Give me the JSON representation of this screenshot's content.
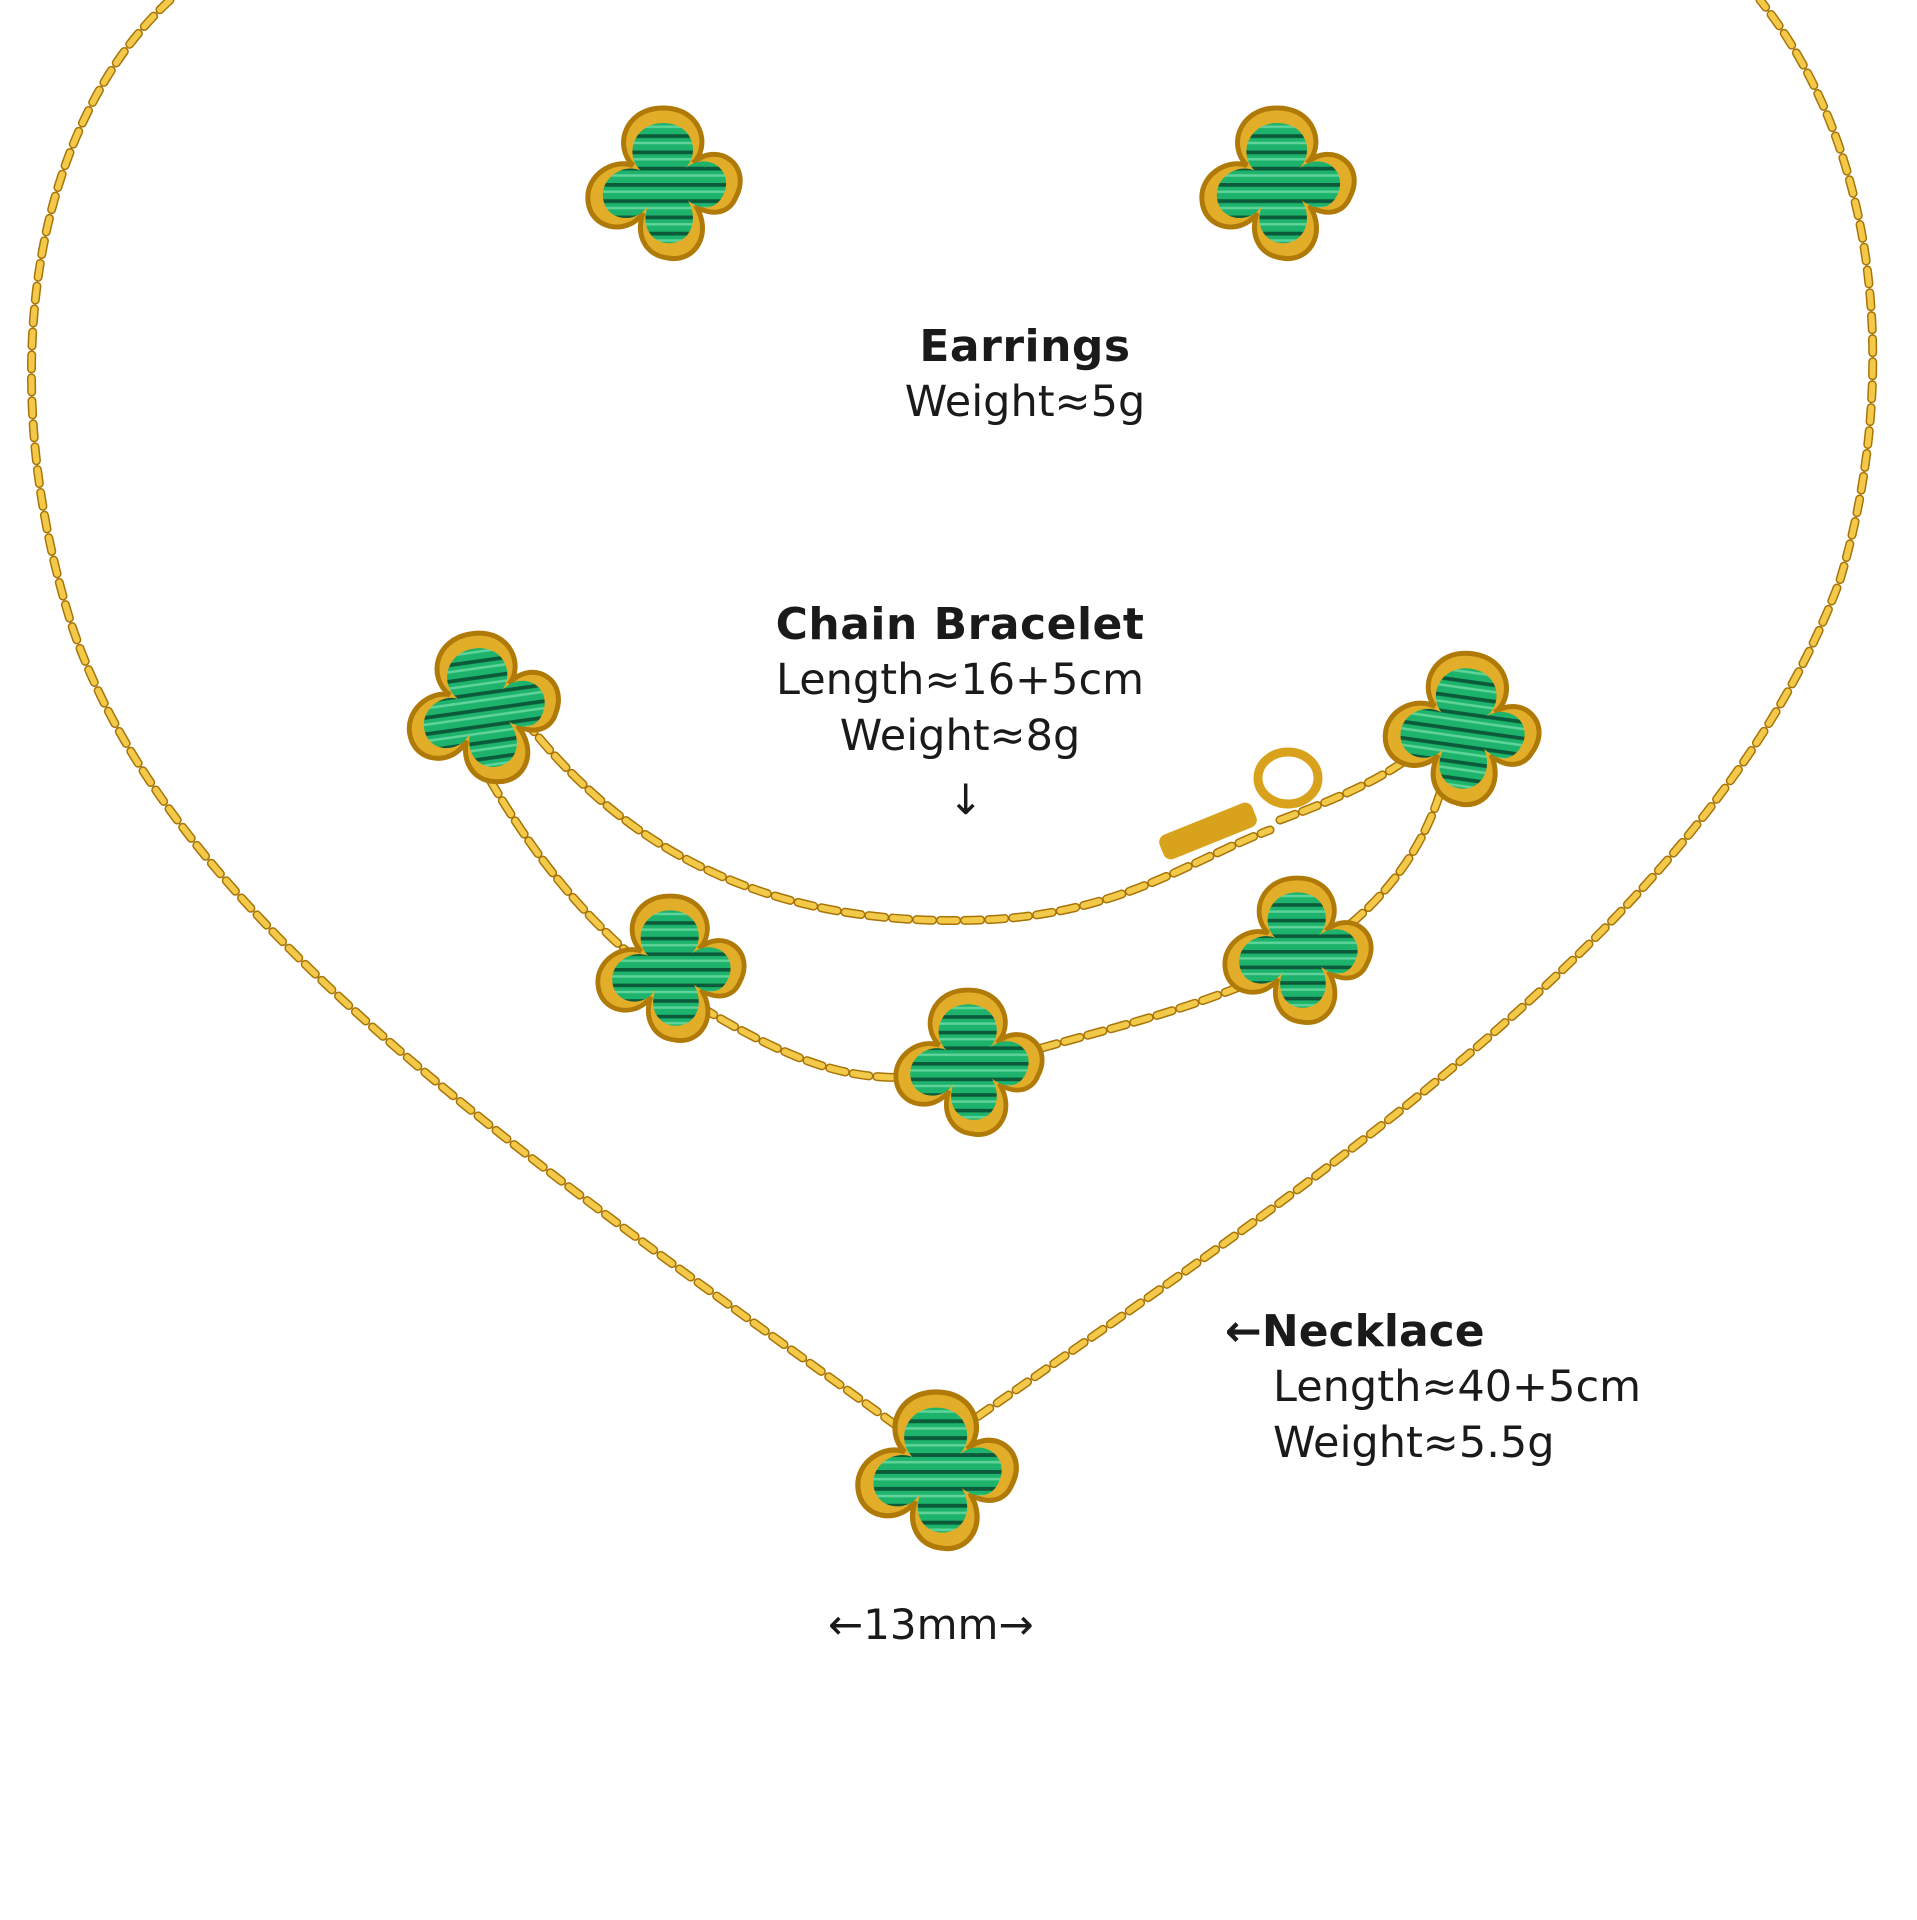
{
  "colors": {
    "gold": "#d9a21c",
    "gold_dark": "#a87408",
    "gold_light": "#f3c94a",
    "green": "#17a865",
    "green_dark": "#0b5e3c",
    "text": "#1a1a1a"
  },
  "icons": {
    "earring": "clover-icon",
    "bracelet_charm": "clover-icon",
    "pendant": "clover-icon",
    "clasp": "lobster-clasp-icon"
  },
  "earrings": {
    "title": "Earrings",
    "weight": "Weight≈5g"
  },
  "bracelet": {
    "title": "Chain Bracelet",
    "length": "Length≈16+5cm",
    "weight": "Weight≈8g",
    "arrow": "↓"
  },
  "necklace": {
    "title": "←Necklace",
    "length": "Length≈40+5cm",
    "weight": "Weight≈5.5g"
  },
  "pendant_size": "←13mm→"
}
